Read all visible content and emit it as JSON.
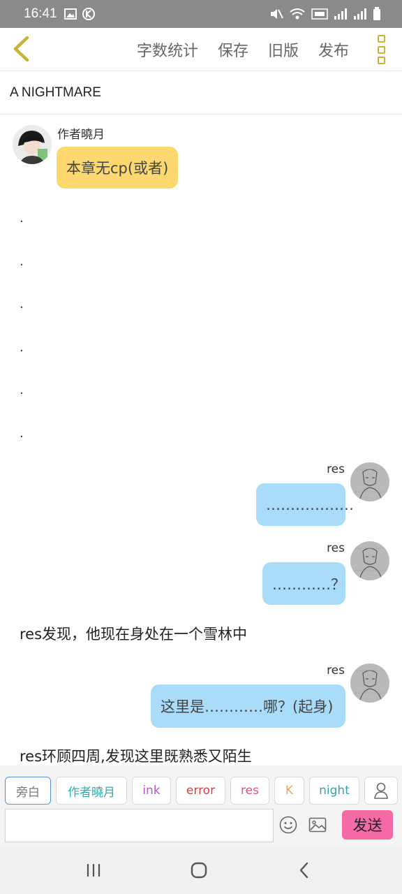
{
  "status_bar": {
    "time": "16:41"
  },
  "toolbar": {
    "actions": [
      "字数统计",
      "保存",
      "旧版",
      "发布"
    ]
  },
  "chapter": {
    "title": "A NIGHTMARE"
  },
  "messages": [
    {
      "author": "作者曉月",
      "text": "本章无cp(或者)"
    },
    {
      "dot": "."
    },
    {
      "dot": "."
    },
    {
      "dot": "."
    },
    {
      "dot": "."
    },
    {
      "dot": "."
    },
    {
      "dot": "."
    },
    {
      "author": "res",
      "text": "………………"
    },
    {
      "author": "res",
      "text": "…………？"
    },
    {
      "narration": "res发现，他现在身处在一个雪林中"
    },
    {
      "author": "res",
      "text": "这里是…………哪？(起身)"
    },
    {
      "narration": "res环顾四周,发现这里既熟悉又陌生"
    }
  ],
  "roles": [
    {
      "label": "旁白",
      "color": "#777777"
    },
    {
      "label": "作者曉月",
      "color": "#2ab0b0"
    },
    {
      "label": "ink",
      "color": "#b05ac8"
    },
    {
      "label": "error",
      "color": "#d04040"
    },
    {
      "label": "res",
      "color": "#e0508a"
    },
    {
      "label": "K",
      "color": "#f0a050"
    },
    {
      "label": "night",
      "color": "#3aa0b0"
    }
  ],
  "input": {
    "placeholder": ""
  },
  "send_label": "发送"
}
